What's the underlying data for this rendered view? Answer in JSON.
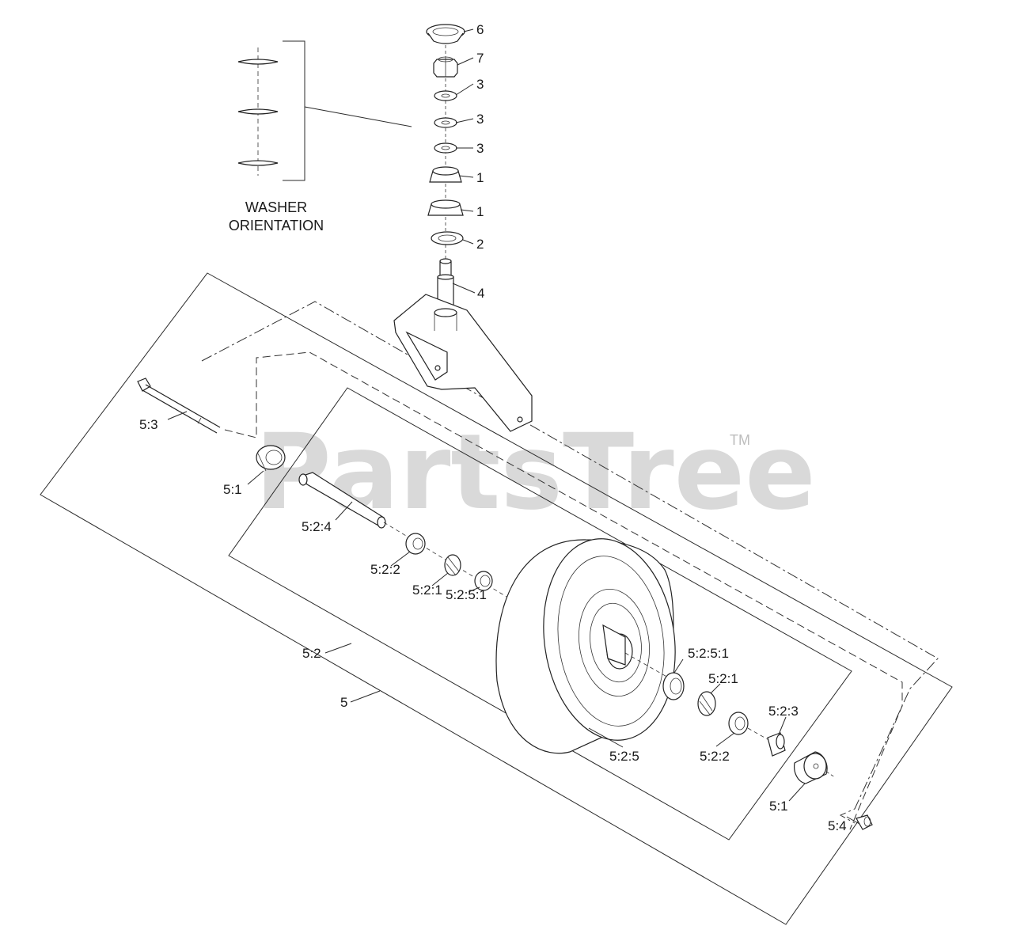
{
  "watermark": {
    "text": "PartsTree",
    "tm": "TM"
  },
  "caption": {
    "line1": "WASHER",
    "line2": "ORIENTATION"
  },
  "callouts": [
    {
      "id": "c6",
      "text": "6"
    },
    {
      "id": "c7",
      "text": "7"
    },
    {
      "id": "c3a",
      "text": "3"
    },
    {
      "id": "c3b",
      "text": "3"
    },
    {
      "id": "c3c",
      "text": "3"
    },
    {
      "id": "c1a",
      "text": "1"
    },
    {
      "id": "c1b",
      "text": "1"
    },
    {
      "id": "c2",
      "text": "2"
    },
    {
      "id": "c4",
      "text": "4"
    },
    {
      "id": "c53",
      "text": "5:3"
    },
    {
      "id": "c51a",
      "text": "5:1"
    },
    {
      "id": "c524",
      "text": "5:2:4"
    },
    {
      "id": "c522a",
      "text": "5:2:2"
    },
    {
      "id": "c521a",
      "text": "5:2:1"
    },
    {
      "id": "c5251a",
      "text": "5:2:5:1"
    },
    {
      "id": "c52",
      "text": "5:2"
    },
    {
      "id": "c5",
      "text": "5"
    },
    {
      "id": "c5251b",
      "text": "5:2:5:1"
    },
    {
      "id": "c521b",
      "text": "5:2:1"
    },
    {
      "id": "c523",
      "text": "5:2:3"
    },
    {
      "id": "c525",
      "text": "5:2:5"
    },
    {
      "id": "c522b",
      "text": "5:2:2"
    },
    {
      "id": "c51b",
      "text": "5:1"
    },
    {
      "id": "c54",
      "text": "5:4"
    }
  ]
}
